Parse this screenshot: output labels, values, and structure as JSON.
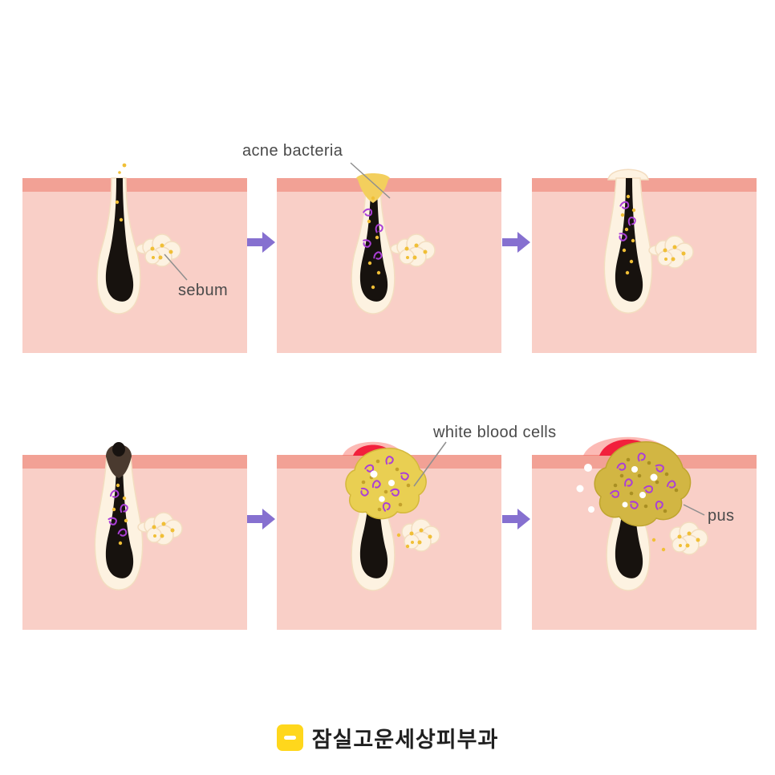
{
  "diagram": {
    "labels": {
      "acne_bacteria": "acne bacteria",
      "sebum": "sebum",
      "white_blood_cells": "white blood cells",
      "pus": "pus"
    },
    "footer": {
      "clinic_name": "잠실고운세상피부과"
    },
    "colors": {
      "dermis": "#f9cfc7",
      "epidermis": "#f2a195",
      "cream": "#fdf2e1",
      "cream_outline": "#f3ddc0",
      "hair": "#17120e",
      "dot": "#f0bf36",
      "plug": "#f3cf5d",
      "blackhead": "#4a3a2f",
      "blackhead_core": "#181310",
      "bacteria": "#ab3fd6",
      "arrow": "#8670d0",
      "red_core": "#f2203c",
      "red_glow": "#f8655c",
      "pus": "#e9cf52",
      "pus_outline": "#d4b83c",
      "pus_dark": "#d2b643",
      "pus_dark_outline": "#bfa52f",
      "pus_dot": "#c3a12b",
      "pus_dot_dark": "#a98f22",
      "wbc": "#ffffff",
      "leader": "#8f8f8f",
      "label_text": "#4a4a4a",
      "logo_yellow": "#ffd71c",
      "footer_text": "#1f1f1f"
    }
  }
}
